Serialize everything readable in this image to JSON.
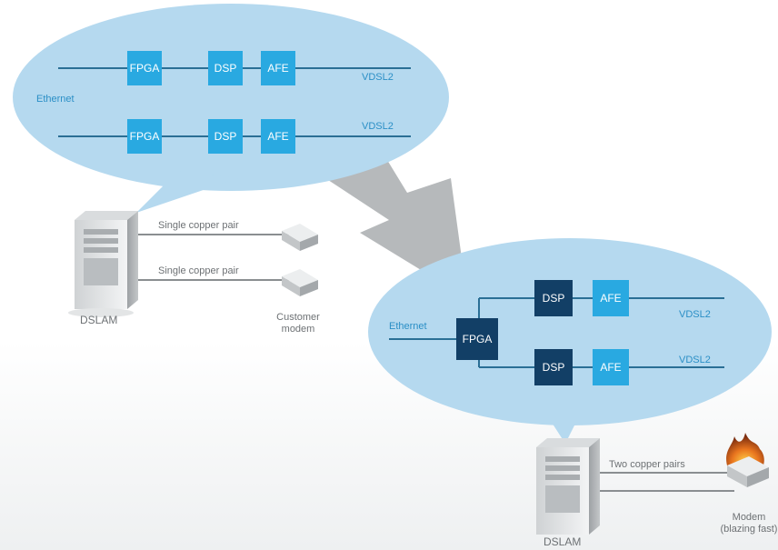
{
  "top_bubble": {
    "ethernet_label": "Ethernet",
    "rows": [
      {
        "blocks": [
          "FPGA",
          "DSP",
          "AFE"
        ],
        "line_label": "VDSL2"
      },
      {
        "blocks": [
          "FPGA",
          "DSP",
          "AFE"
        ],
        "line_label": "VDSL2"
      }
    ]
  },
  "left_scene": {
    "dslam_label": "DSLAM",
    "links": [
      "Single copper pair",
      "Single copper pair"
    ],
    "modem_label_lines": [
      "Customer",
      "modem"
    ]
  },
  "bottom_bubble": {
    "ethernet_label": "Ethernet",
    "fpga_label": "FPGA",
    "rows": [
      {
        "blocks": [
          "DSP",
          "AFE"
        ],
        "line_label": "VDSL2"
      },
      {
        "blocks": [
          "DSP",
          "AFE"
        ],
        "line_label": "VDSL2"
      }
    ]
  },
  "right_scene": {
    "dslam_label": "DSLAM",
    "link_label": "Two copper pairs",
    "modem_label_lines": [
      "Modem",
      "(blazing fast)"
    ]
  },
  "colors": {
    "bubble_fill": "#b5d9ef",
    "block_light": "#29a9e1",
    "block_dark": "#123f66",
    "line": "#2a6f95",
    "text_blue": "#2b8fc6",
    "arrow": "#aeb1b4"
  }
}
